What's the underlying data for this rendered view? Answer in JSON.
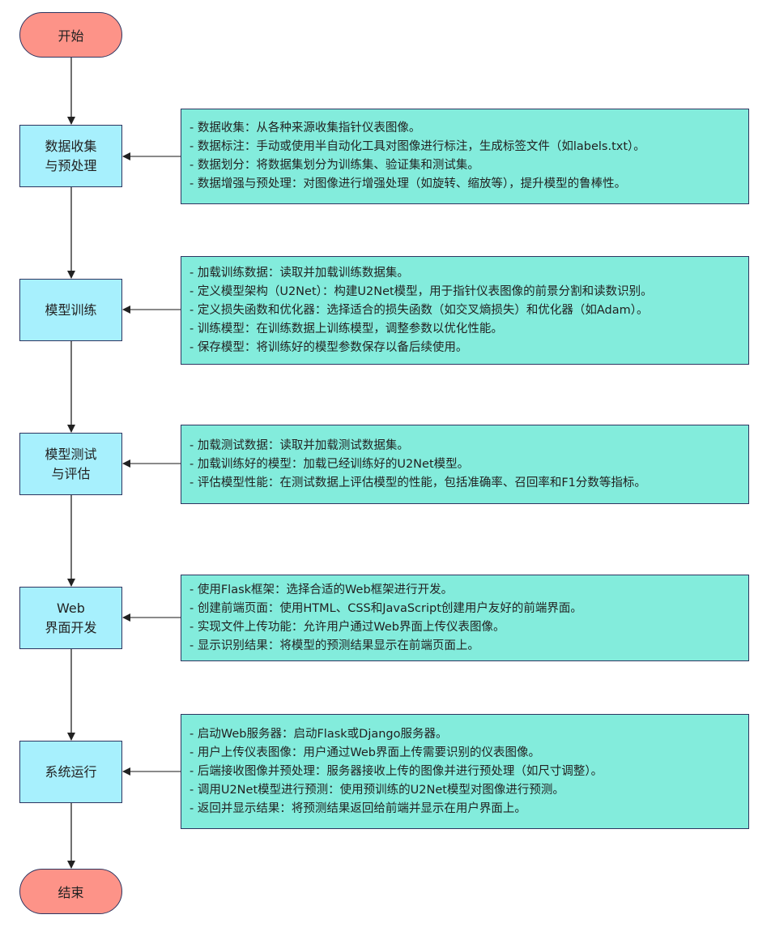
{
  "flowchart": {
    "start": {
      "label": "开始"
    },
    "end": {
      "label": "结束"
    },
    "steps": [
      {
        "title_lines": [
          "数据收集",
          "与预处理"
        ],
        "details": [
          "- 数据收集：从各种来源收集指针仪表图像。",
          "- 数据标注：手动或使用半自动化工具对图像进行标注，生成标签文件（如labels.txt）。",
          "- 数据划分：将数据集划分为训练集、验证集和测试集。",
          "- 数据增强与预处理：对图像进行增强处理（如旋转、缩放等），提升模型的鲁棒性。"
        ]
      },
      {
        "title_lines": [
          "模型训练"
        ],
        "details": [
          "- 加载训练数据：读取并加载训练数据集。",
          "- 定义模型架构（U2Net）：构建U2Net模型，用于指针仪表图像的前景分割和读数识别。",
          "- 定义损失函数和优化器：选择适合的损失函数（如交叉熵损失）和优化器（如Adam）。",
          "- 训练模型：在训练数据上训练模型，调整参数以优化性能。",
          "- 保存模型：将训练好的模型参数保存以备后续使用。"
        ]
      },
      {
        "title_lines": [
          "模型测试",
          "与评估"
        ],
        "details": [
          "- 加载测试数据：读取并加载测试数据集。",
          "- 加载训练好的模型：加载已经训练好的U2Net模型。",
          "- 评估模型性能：在测试数据上评估模型的性能，包括准确率、召回率和F1分数等指标。"
        ]
      },
      {
        "title_lines": [
          "Web",
          "界面开发"
        ],
        "details": [
          "- 使用Flask框架：选择合适的Web框架进行开发。",
          "- 创建前端页面：使用HTML、CSS和JavaScript创建用户友好的前端界面。",
          "- 实现文件上传功能：允许用户通过Web界面上传仪表图像。",
          "- 显示识别结果：将模型的预测结果显示在前端页面上。"
        ]
      },
      {
        "title_lines": [
          "系统运行"
        ],
        "details": [
          "- 启动Web服务器：启动Flask或Django服务器。",
          "- 用户上传仪表图像：用户通过Web界面上传需要识别的仪表图像。",
          "- 后端接收图像并预处理：服务器接收上传的图像并进行预处理（如尺寸调整）。",
          "- 调用U2Net模型进行预测：使用预训练的U2Net模型对图像进行预测。",
          "- 返回并显示结果：将预测结果返回给前端并显示在用户界面上。"
        ]
      }
    ]
  }
}
